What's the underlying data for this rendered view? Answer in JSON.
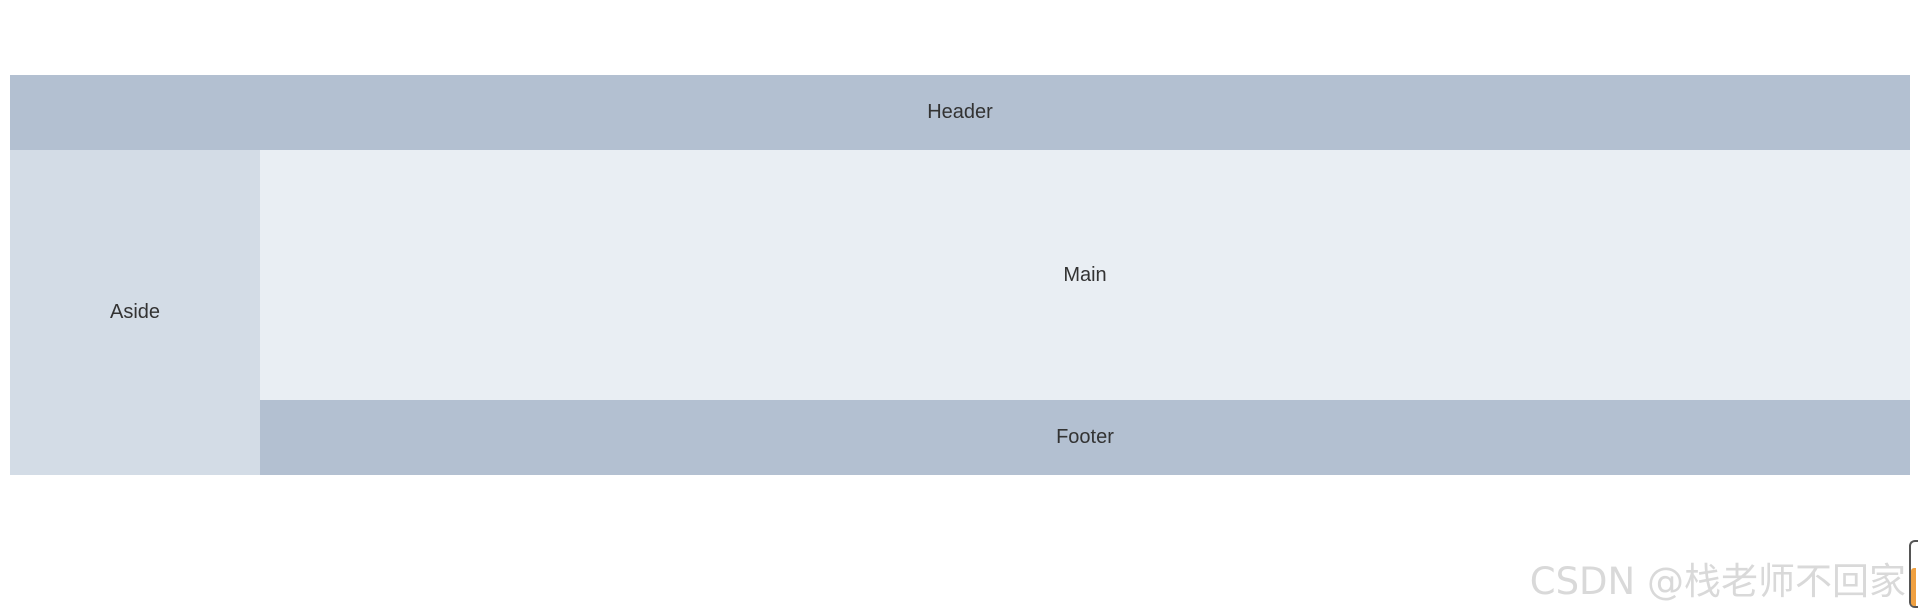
{
  "layout": {
    "header_label": "Header",
    "aside_label": "Aside",
    "main_label": "Main",
    "footer_label": "Footer"
  },
  "colors": {
    "header_footer_bg": "#b3c0d1",
    "aside_bg": "#d3dce6",
    "main_bg": "#e9eef3",
    "text": "#333333"
  },
  "watermark": {
    "text": "CSDN @栈老师不回家"
  }
}
